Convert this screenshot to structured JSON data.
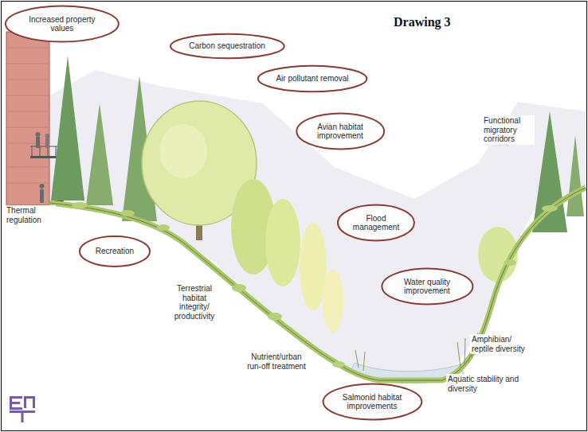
{
  "diagram": {
    "title": "Drawing 3",
    "nodes": [
      {
        "text": [
          "Increased property values"
        ]
      },
      {
        "text": [
          "Carbon sequestration"
        ]
      },
      {
        "text": [
          "Air pollutant removal"
        ]
      },
      {
        "text": [
          "Avian habitat improvement"
        ]
      },
      {
        "text": [
          "Recreation"
        ]
      },
      {
        "text": [
          "Flood management"
        ]
      },
      {
        "text": [
          "Water quality improvement"
        ]
      },
      {
        "text": [
          "Salmonid habitat improvements"
        ]
      }
    ],
    "labels": [
      "Functional migratory corridors",
      "Thermal regulation",
      "Terrestrial habitat integrity/ productivity",
      "Amphibian/ reptile diversity",
      "Nutrient/urban run-off treatment",
      "Aquatic stability and diversity"
    ]
  }
}
